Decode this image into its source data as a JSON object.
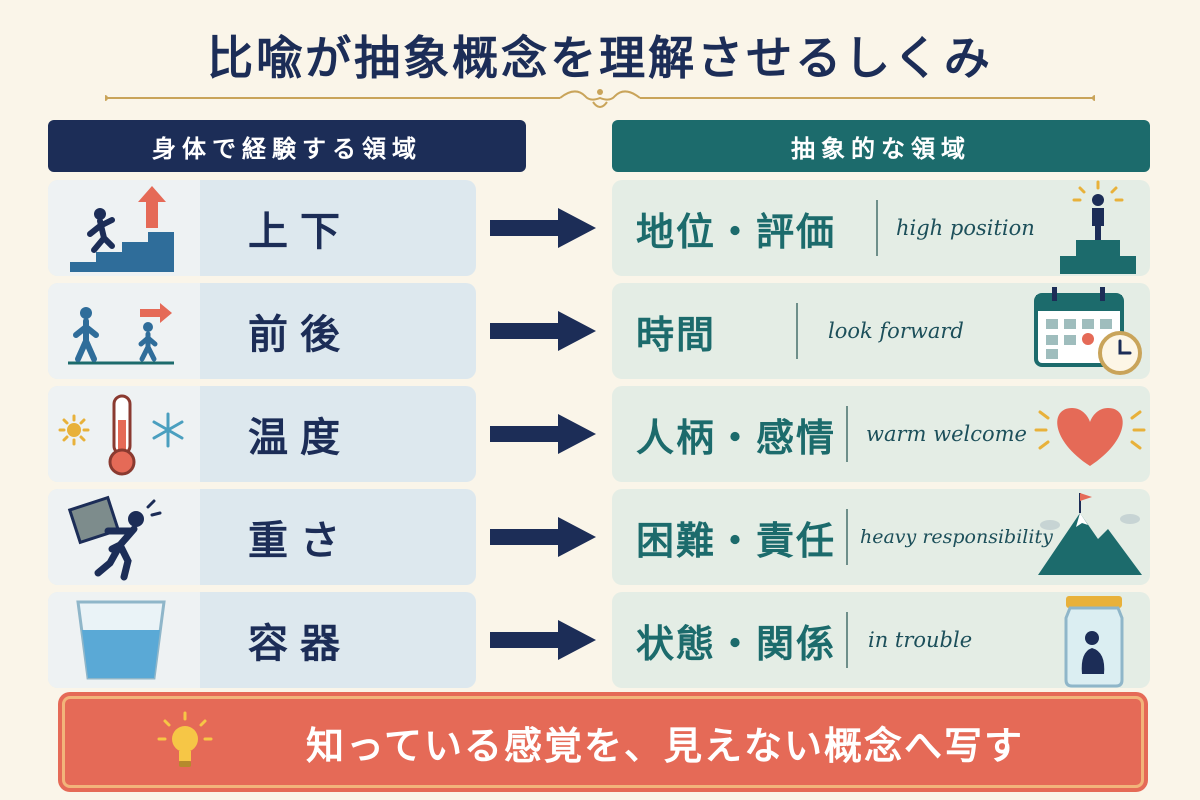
{
  "title": "比喩が抽象概念を理解させるしくみ",
  "headers": {
    "left": "身体で経験する領域",
    "right": "抽象的な領域"
  },
  "rows": [
    {
      "physical": "上下",
      "abstract": "地位・評価",
      "phrase": "high position"
    },
    {
      "physical": "前後",
      "abstract": "時間",
      "phrase": "look forward"
    },
    {
      "physical": "温度",
      "abstract": "人柄・感情",
      "phrase": "warm welcome"
    },
    {
      "physical": "重さ",
      "abstract": "困難・責任",
      "phrase": "heavy responsibility"
    },
    {
      "physical": "容器",
      "abstract": "状態・関係",
      "phrase": "in trouble"
    }
  ],
  "footer": "知っている感覚を、見えない概念へ写す",
  "colors": {
    "navy": "#1c2d57",
    "teal": "#1c6b6c",
    "coral": "#e56a57",
    "background": "#faf5e9"
  },
  "icons": {
    "row1_left": "person-climbing-stairs-icon",
    "row1_right": "person-on-podium-icon",
    "row2_left": "person-walking-forward-icon",
    "row2_right": "calendar-clock-icon",
    "row3_left": "sun-thermometer-snowflake-icon",
    "row3_right": "heart-icon",
    "row4_left": "person-carrying-box-icon",
    "row4_right": "mountain-flag-icon",
    "row5_left": "water-glass-icon",
    "row5_right": "person-in-jar-icon",
    "footer": "lightbulb-icon"
  }
}
